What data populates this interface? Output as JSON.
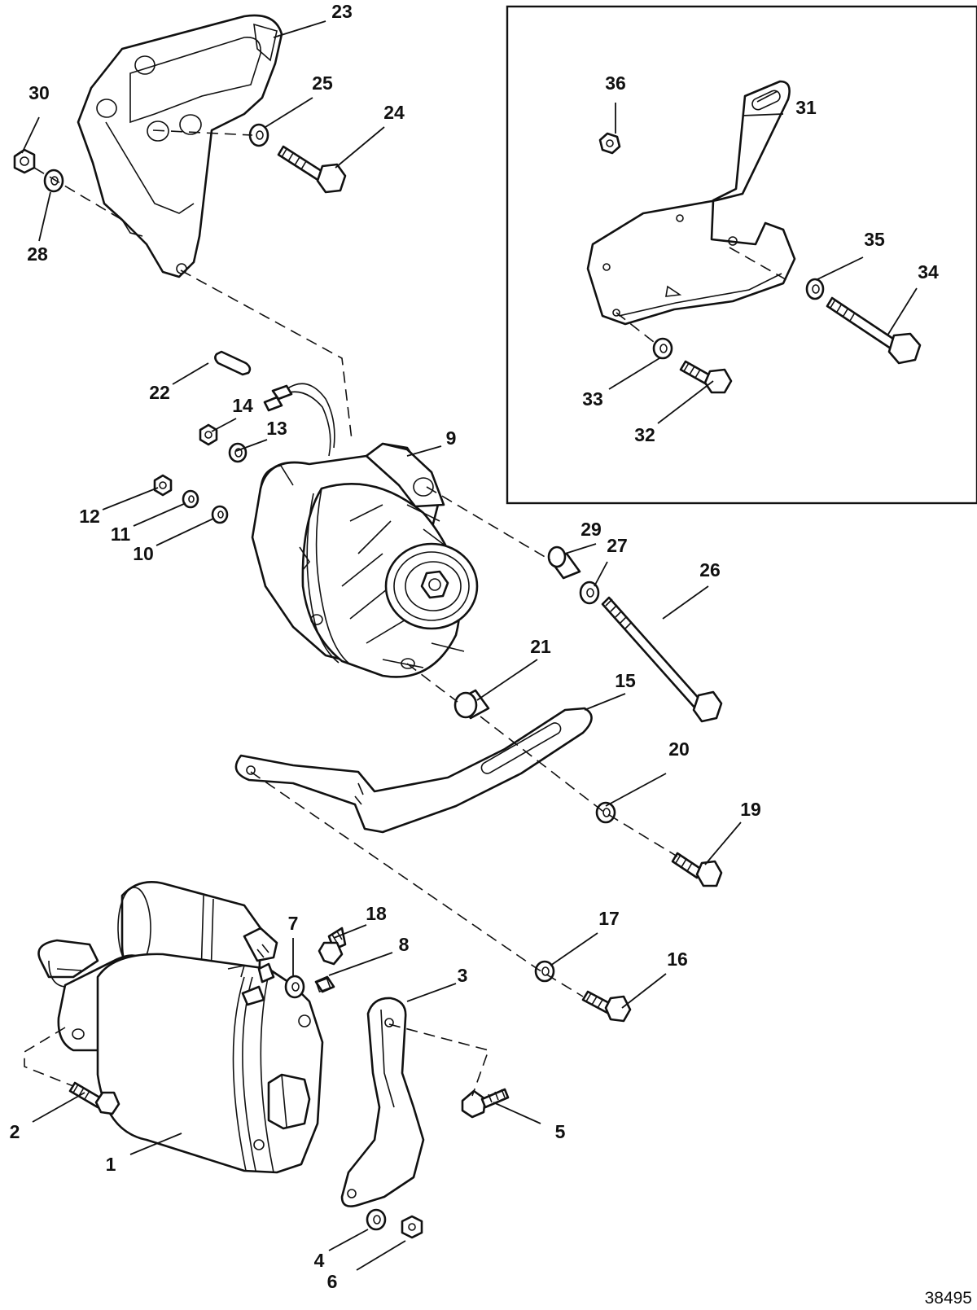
{
  "figure_number": "38495",
  "callouts": [
    {
      "label": "1"
    },
    {
      "label": "2"
    },
    {
      "label": "3"
    },
    {
      "label": "4"
    },
    {
      "label": "5"
    },
    {
      "label": "6"
    },
    {
      "label": "7"
    },
    {
      "label": "8"
    },
    {
      "label": "9"
    },
    {
      "label": "10"
    },
    {
      "label": "11"
    },
    {
      "label": "12"
    },
    {
      "label": "13"
    },
    {
      "label": "14"
    },
    {
      "label": "15"
    },
    {
      "label": "16"
    },
    {
      "label": "17"
    },
    {
      "label": "18"
    },
    {
      "label": "19"
    },
    {
      "label": "20"
    },
    {
      "label": "21"
    },
    {
      "label": "22"
    },
    {
      "label": "23"
    },
    {
      "label": "24"
    },
    {
      "label": "25"
    },
    {
      "label": "26"
    },
    {
      "label": "27"
    },
    {
      "label": "28"
    },
    {
      "label": "29"
    },
    {
      "label": "30"
    },
    {
      "label": "31"
    },
    {
      "label": "32"
    },
    {
      "label": "33"
    },
    {
      "label": "34"
    },
    {
      "label": "35"
    },
    {
      "label": "36"
    }
  ]
}
